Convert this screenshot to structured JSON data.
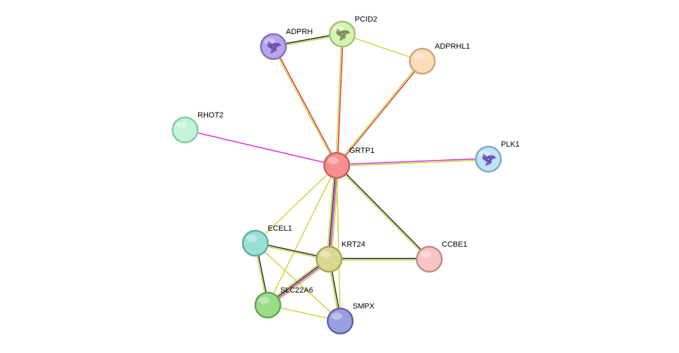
{
  "network": {
    "nodes": [
      {
        "id": "GRTP1",
        "label": "GRTP1",
        "fill": "#f98f8f",
        "stroke": "#c85f5f",
        "icon": "none"
      },
      {
        "id": "ADPRH",
        "label": "ADPRH",
        "fill": "#b9a4ec",
        "stroke": "#8a6fc1",
        "icon": "protein-structure-icon"
      },
      {
        "id": "PCID2",
        "label": "PCID2",
        "fill": "#d7f3b0",
        "stroke": "#9fc57a",
        "icon": "protein-structure-icon"
      },
      {
        "id": "ADPRHL1",
        "label": "ADPRHL1",
        "fill": "#fddcb8",
        "stroke": "#cfa57c",
        "icon": "none"
      },
      {
        "id": "RHOT2",
        "label": "RHOT2",
        "fill": "#c3f3d8",
        "stroke": "#86c9a2",
        "icon": "none"
      },
      {
        "id": "PLK1",
        "label": "PLK1",
        "fill": "#bfe3f7",
        "stroke": "#7fa9c6",
        "icon": "protein-structure-icon"
      },
      {
        "id": "ECEL1",
        "label": "ECEL1",
        "fill": "#99e1d6",
        "stroke": "#5fae9f",
        "icon": "none"
      },
      {
        "id": "KRT24",
        "label": "KRT24",
        "fill": "#dcd88f",
        "stroke": "#a9a55d",
        "icon": "none"
      },
      {
        "id": "CCBE1",
        "label": "CCBE1",
        "fill": "#f7c5c5",
        "stroke": "#c48a8a",
        "icon": "none"
      },
      {
        "id": "SLC22A6",
        "label": "SLC22A6",
        "fill": "#9adc8a",
        "stroke": "#5fa74f",
        "icon": "none"
      },
      {
        "id": "SMPX",
        "label": "SMPX",
        "fill": "#9aa0df",
        "stroke": "#5d63a8",
        "icon": "none"
      }
    ],
    "edges": [
      {
        "s": "GRTP1",
        "t": "ADPRH",
        "colors": [
          "#c8d94a",
          "#e03a3a"
        ]
      },
      {
        "s": "GRTP1",
        "t": "PCID2",
        "colors": [
          "#c8d94a",
          "#e03a3a"
        ]
      },
      {
        "s": "GRTP1",
        "t": "ADPRHL1",
        "colors": [
          "#c8d94a",
          "#e03a3a"
        ]
      },
      {
        "s": "GRTP1",
        "t": "RHOT2",
        "colors": [
          "#d935d9"
        ]
      },
      {
        "s": "GRTP1",
        "t": "PLK1",
        "colors": [
          "#d935d9",
          "#c8d94a"
        ]
      },
      {
        "s": "GRTP1",
        "t": "ECEL1",
        "colors": [
          "#c8d94a"
        ]
      },
      {
        "s": "GRTP1",
        "t": "KRT24",
        "colors": [
          "#c8d94a",
          "#d935d9",
          "#333333",
          "#c8d94a"
        ]
      },
      {
        "s": "GRTP1",
        "t": "CCBE1",
        "colors": [
          "#333333",
          "#c8d94a"
        ]
      },
      {
        "s": "GRTP1",
        "t": "SLC22A6",
        "colors": [
          "#c8d94a"
        ]
      },
      {
        "s": "GRTP1",
        "t": "SMPX",
        "colors": [
          "#c8d94a"
        ]
      },
      {
        "s": "ADPRH",
        "t": "PCID2",
        "colors": [
          "#333333",
          "#c8d94a"
        ]
      },
      {
        "s": "PCID2",
        "t": "ADPRHL1",
        "colors": [
          "#c8d94a"
        ]
      },
      {
        "s": "ECEL1",
        "t": "KRT24",
        "colors": [
          "#333333",
          "#c8d94a"
        ]
      },
      {
        "s": "ECEL1",
        "t": "SLC22A6",
        "colors": [
          "#333333",
          "#c8d94a"
        ]
      },
      {
        "s": "ECEL1",
        "t": "SMPX",
        "colors": [
          "#c8d94a"
        ]
      },
      {
        "s": "KRT24",
        "t": "SLC22A6",
        "colors": [
          "#c8d94a",
          "#d935d9",
          "#333333",
          "#c8d94a"
        ]
      },
      {
        "s": "KRT24",
        "t": "SMPX",
        "colors": [
          "#333333",
          "#c8d94a"
        ]
      },
      {
        "s": "KRT24",
        "t": "CCBE1",
        "colors": [
          "#333333",
          "#c8d94a"
        ]
      },
      {
        "s": "SLC22A6",
        "t": "SMPX",
        "colors": [
          "#c8d94a"
        ]
      }
    ]
  }
}
